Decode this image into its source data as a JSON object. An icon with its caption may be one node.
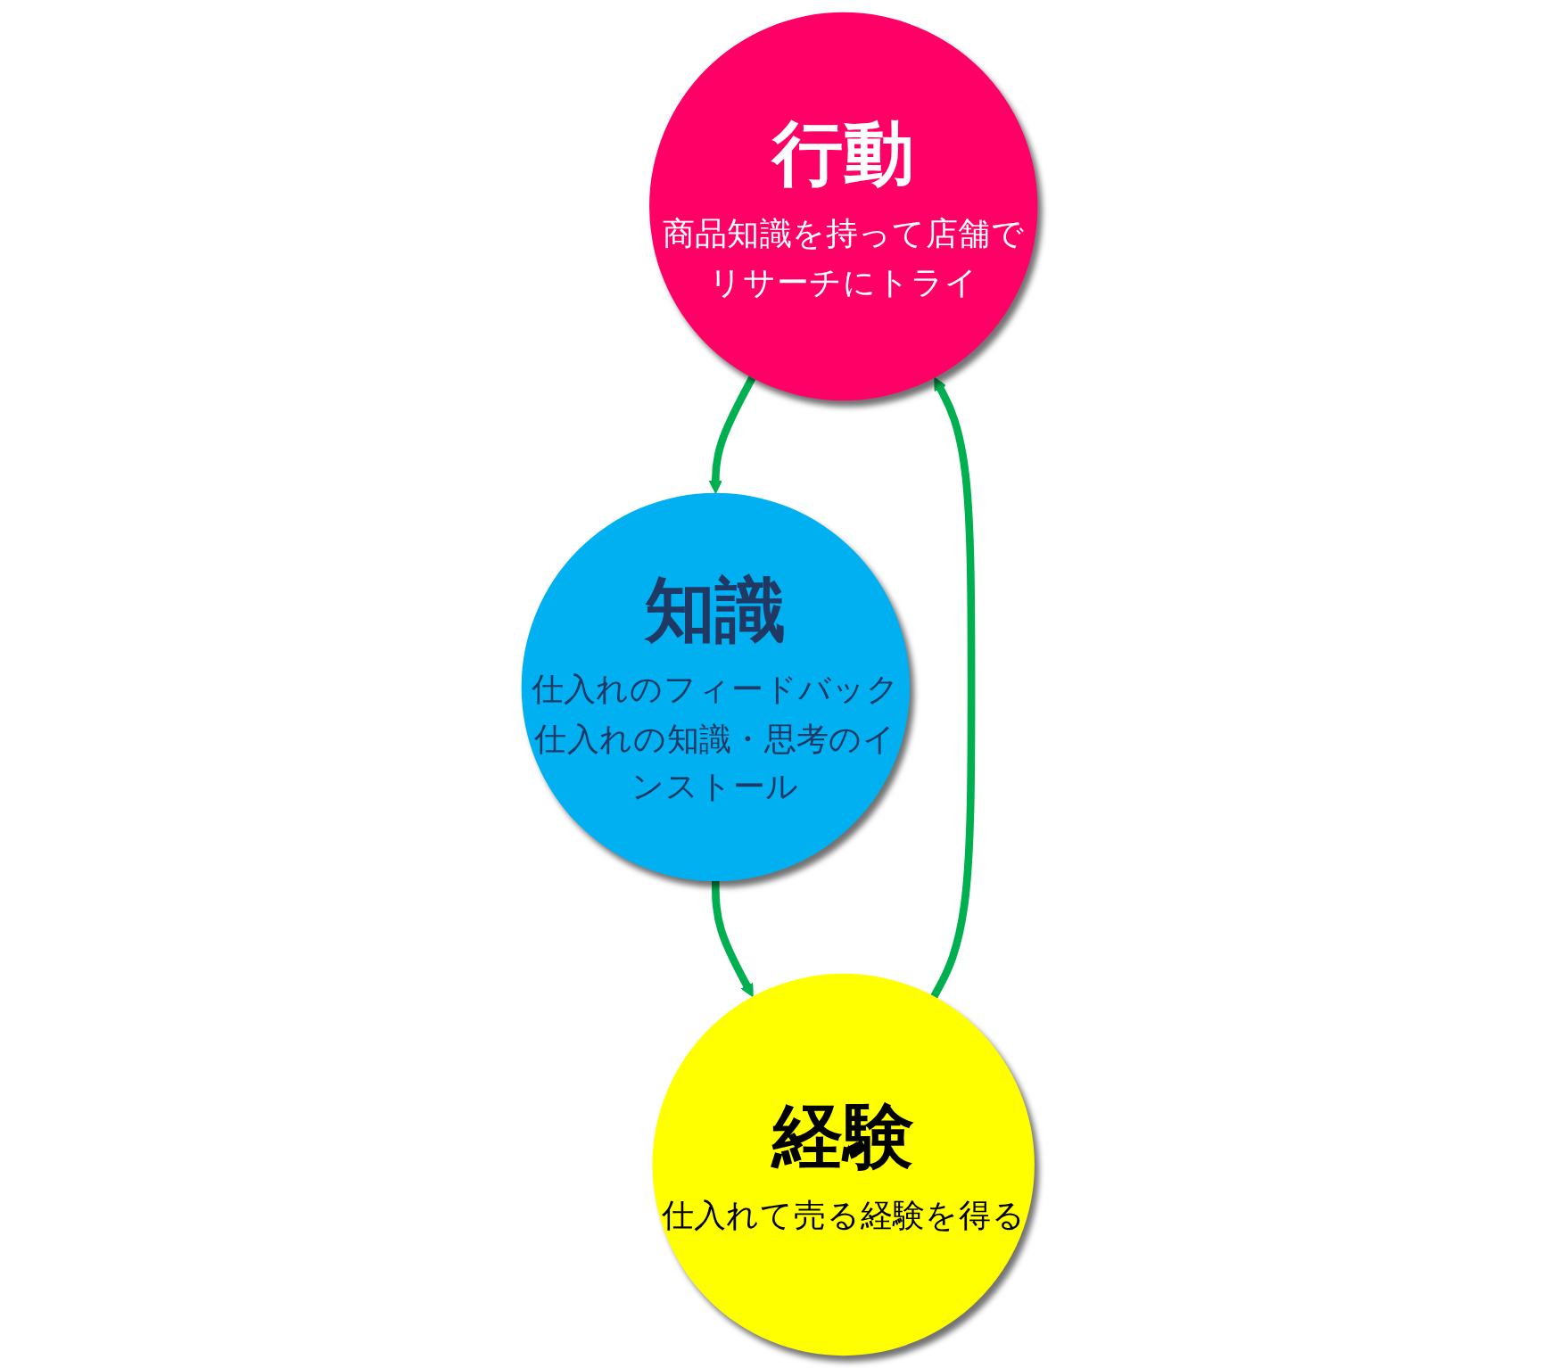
{
  "diagram": {
    "nodes": [
      {
        "text": [
          "行動",
          "商品知識を持って店舗でリサーチにトライ"
        ]
      },
      {
        "text": [
          "経験",
          "仕入れて売る経験を得る"
        ]
      },
      {
        "text": [
          "知識",
          "仕入れのフィードバック",
          "仕入れの知識・思考のインストール"
        ]
      }
    ],
    "edges": [
      {
        "from": 1,
        "to": 0,
        "arrow": "to"
      },
      {
        "from": 0,
        "to": 2,
        "arrow": "to"
      },
      {
        "from": 2,
        "to": 1,
        "arrow": "to"
      }
    ]
  }
}
